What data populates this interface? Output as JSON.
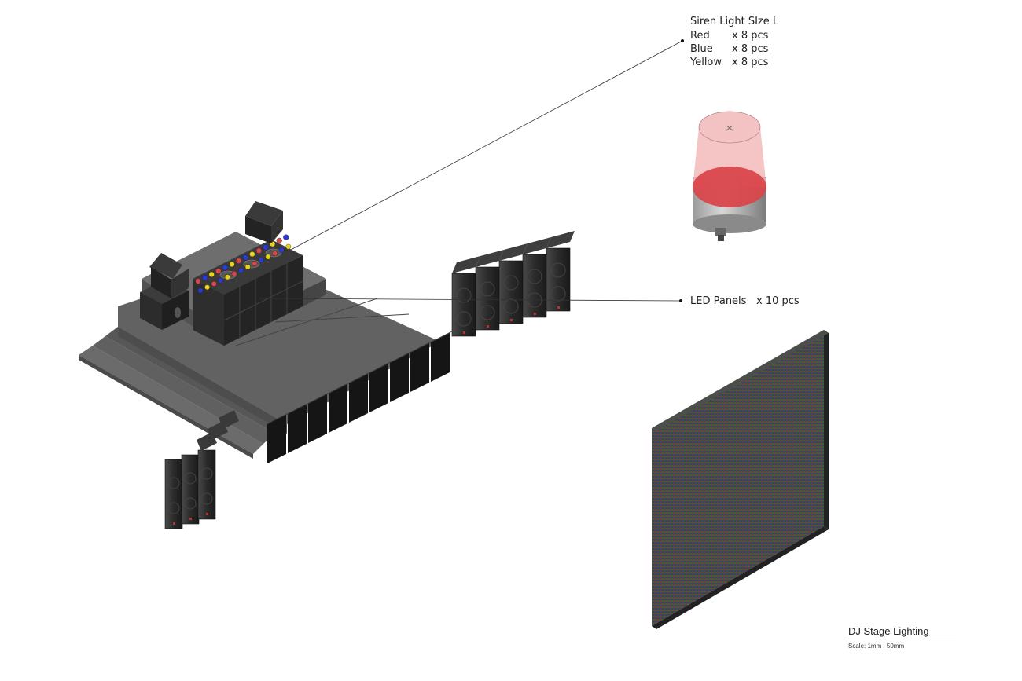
{
  "siren_callout": {
    "title": "Siren Light SIze L",
    "items": [
      {
        "name": "Red",
        "qty": "x 8 pcs"
      },
      {
        "name": "Blue",
        "qty": "x 8 pcs"
      },
      {
        "name": "Yellow",
        "qty": "x 8 pcs"
      }
    ]
  },
  "led_callout": {
    "name": "LED Panels",
    "qty": "x 10 pcs"
  },
  "title_block": {
    "title": "DJ Stage Lighting",
    "scale": "Scale:  1mm : 50mm"
  },
  "colors": {
    "siren_red": "#d9474b",
    "siren_blue": "#2b3ad1",
    "siren_yellow": "#e8d21a",
    "speaker": "#2a2a2a",
    "stage": "#5a5a5a",
    "led_panel": "#3a3d3a"
  }
}
